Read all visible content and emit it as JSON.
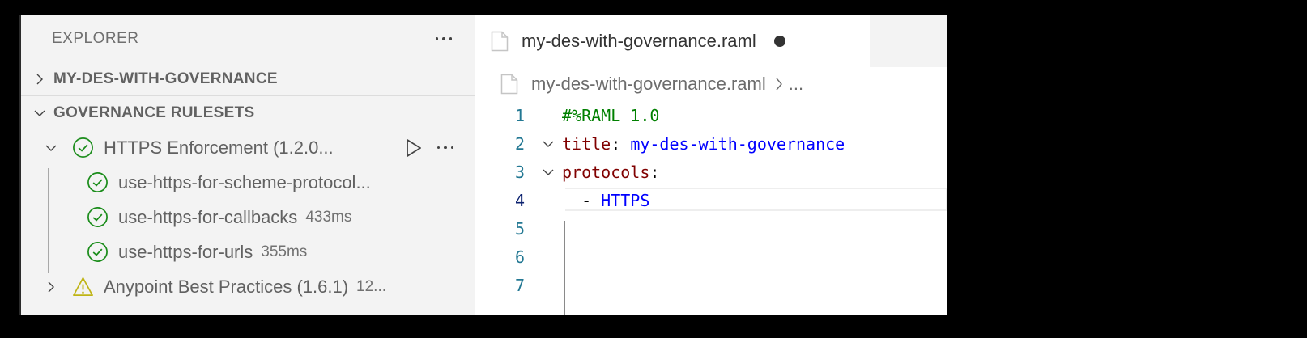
{
  "sidebar": {
    "title": "EXPLORER",
    "more_icon": "ellipsis-icon",
    "sections": [
      {
        "label": "MY-DES-WITH-GOVERNANCE",
        "expanded": false
      },
      {
        "label": "GOVERNANCE RULESETS",
        "expanded": true
      }
    ],
    "rulesets": [
      {
        "label": "HTTPS Enforcement (1.2.0...",
        "status": "passed",
        "expanded": true,
        "rules": [
          {
            "label": "use-https-for-scheme-protocol...",
            "status": "passed",
            "time": ""
          },
          {
            "label": "use-https-for-callbacks",
            "status": "passed",
            "time": "433ms"
          },
          {
            "label": "use-https-for-urls",
            "status": "passed",
            "time": "355ms"
          }
        ]
      },
      {
        "label": "Anypoint Best Practices (1.6.1)",
        "status": "warning",
        "expanded": false,
        "desc": "12..."
      }
    ]
  },
  "editor": {
    "tab": {
      "label": "my-des-with-governance.raml",
      "dirty": true
    },
    "breadcrumb": {
      "file": "my-des-with-governance.raml",
      "rest": "..."
    },
    "lines": [
      {
        "n": "1",
        "fold": false,
        "tokens": [
          {
            "t": "#%RAML 1.0",
            "c": "comment"
          }
        ]
      },
      {
        "n": "2",
        "fold": true,
        "tokens": [
          {
            "t": "title",
            "c": "key"
          },
          {
            "t": ": ",
            "c": "punc"
          },
          {
            "t": "my-des-with-governance",
            "c": "str"
          }
        ]
      },
      {
        "n": "3",
        "fold": true,
        "tokens": [
          {
            "t": "protocols",
            "c": "key"
          },
          {
            "t": ":",
            "c": "punc"
          }
        ]
      },
      {
        "n": "4",
        "fold": false,
        "active": true,
        "tokens": [
          {
            "t": "  - ",
            "c": "plain"
          },
          {
            "t": "HTTPS",
            "c": "str"
          }
        ]
      },
      {
        "n": "5",
        "fold": false,
        "tokens": []
      },
      {
        "n": "6",
        "fold": false,
        "tokens": []
      },
      {
        "n": "7",
        "fold": false,
        "tokens": []
      }
    ]
  },
  "colors": {
    "passed": "#1a8c1a",
    "warning": "#bfb415",
    "comment": "#008000",
    "key": "#800000",
    "string": "#0000ff",
    "line_number": "#237893"
  }
}
